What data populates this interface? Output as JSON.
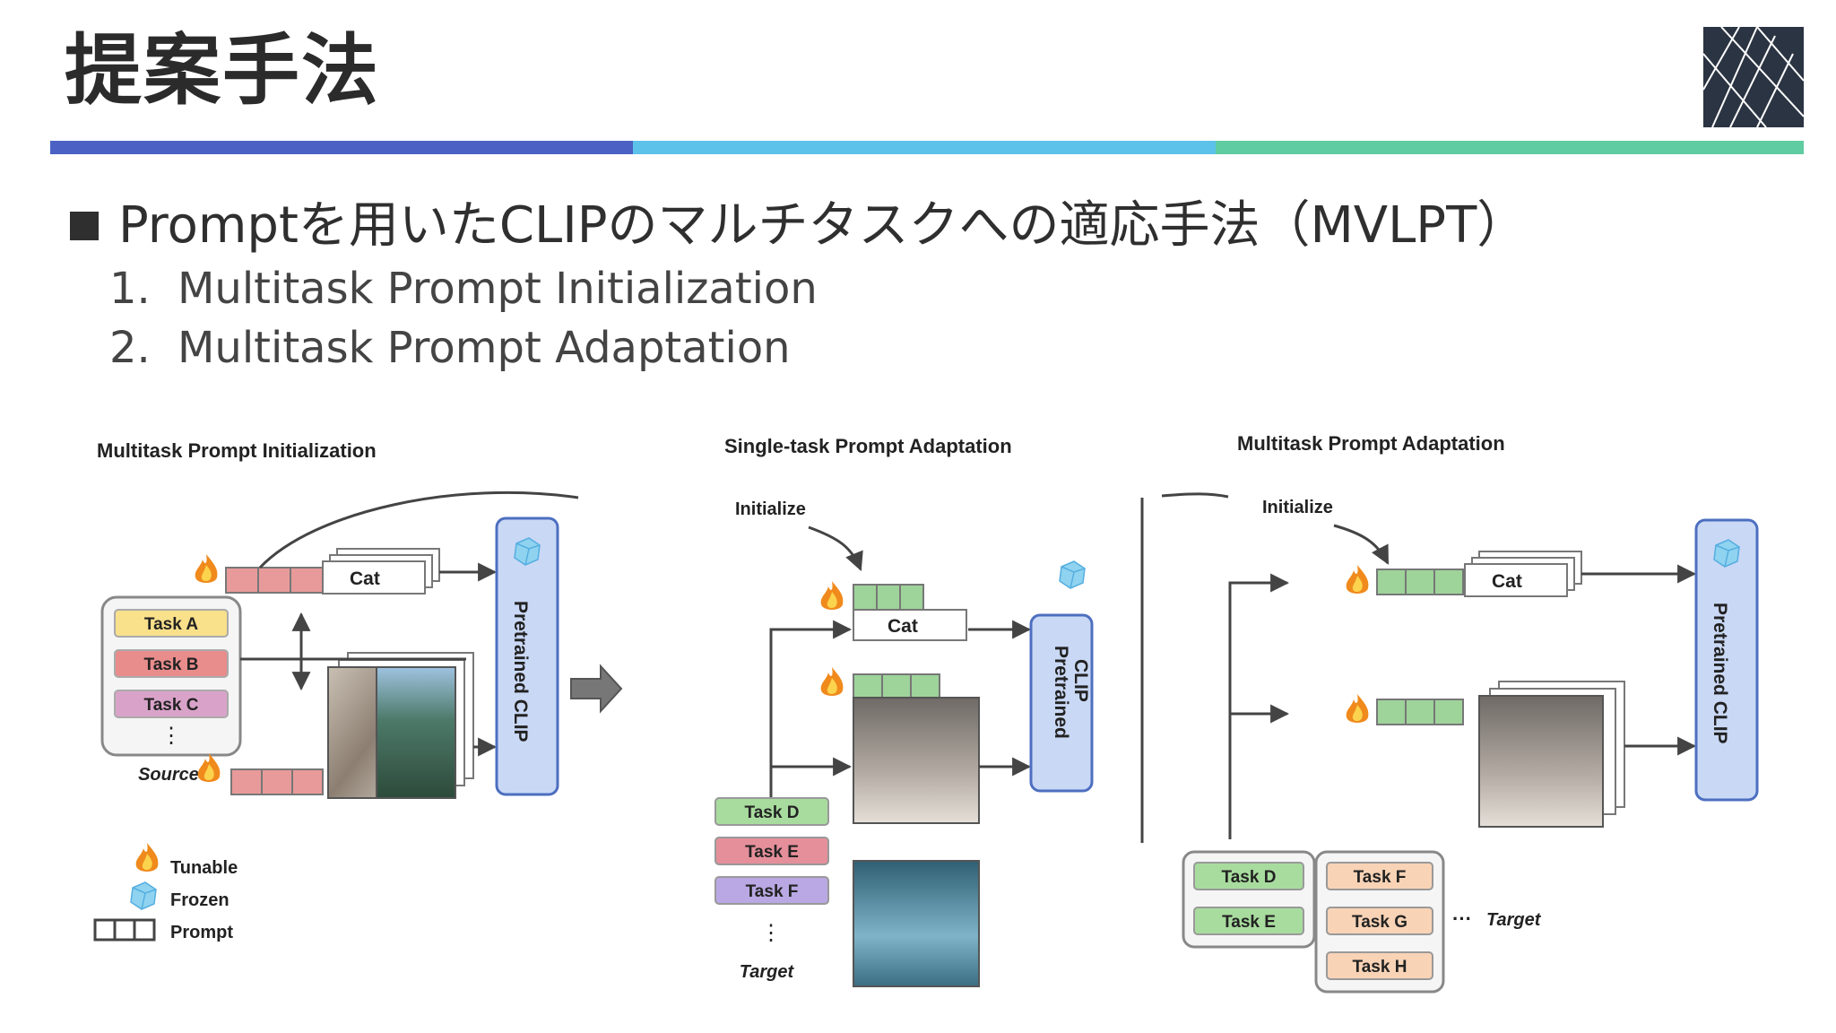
{
  "slide": {
    "title": "提案手法",
    "bullet": "Promptを用いたCLIPのマルチタスクへの適応手法（MVLPT）",
    "subitems": [
      {
        "num": "1.",
        "text": "Multitask Prompt Initialization"
      },
      {
        "num": "2.",
        "text": "Multitask Prompt Adaptation"
      }
    ],
    "stripe_colors": [
      "#4b62c4",
      "#5cc2ea",
      "#5fcca1"
    ],
    "logo_color": "#2b3442"
  },
  "diagram": {
    "sections": {
      "init": "Multitask Prompt Initialization",
      "single": "Single-task Prompt Adaptation",
      "multi": "Multitask Prompt Adaptation"
    },
    "initialize_label": "Initialize",
    "cat_label": "Cat",
    "pretrained_clip": "Pretrained CLIP",
    "pretrained_clip_short": [
      "Pretrained",
      "CLIP"
    ],
    "source_tasks": [
      "Task A",
      "Task B",
      "Task C"
    ],
    "source_label": "Source",
    "target_tasks_single": [
      "Task D",
      "Task E",
      "Task F"
    ],
    "target_group_1": [
      "Task D",
      "Task E"
    ],
    "target_group_2": [
      "Task F",
      "Task G",
      "Task H"
    ],
    "target_label": "Target",
    "legend": {
      "tunable": "Tunable",
      "frozen": "Frozen",
      "prompt": "Prompt"
    },
    "icons": [
      "fire-icon",
      "ice-cube-icon",
      "arrow-right-icon",
      "image-placeholder"
    ],
    "colors": {
      "prompt_source": "#e89a9a",
      "prompt_target": "#9ed39a",
      "clip_box": "#c9d8f5",
      "task_a": "#f9e08a",
      "task_b": "#e98c8c",
      "task_c": "#d9a3c9",
      "task_d": "#a8dc9e",
      "task_e": "#e58f9a",
      "task_f_single": "#b9a8e3",
      "task_peach": "#f9d3b6"
    }
  }
}
